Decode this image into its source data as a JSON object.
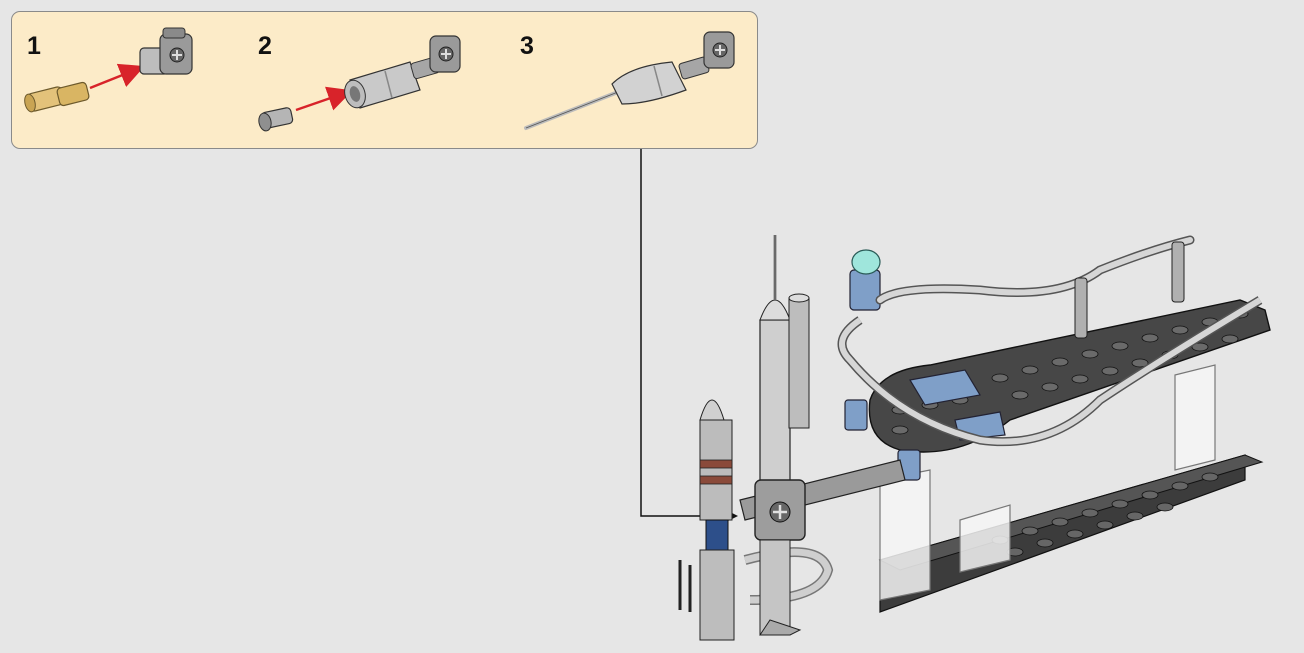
{
  "callout": {
    "steps": [
      {
        "number": "1"
      },
      {
        "number": "2"
      },
      {
        "number": "3"
      }
    ]
  },
  "colors": {
    "callout_bg": "#fcebc8",
    "arrow_red": "#d8232a",
    "light_gray": "#c9c9c9",
    "dark_gray": "#3c3c3c",
    "tan": "#e3c27a",
    "medium_blue": "#7f9fc8",
    "trans_light_blue": "#9fe6dc"
  }
}
